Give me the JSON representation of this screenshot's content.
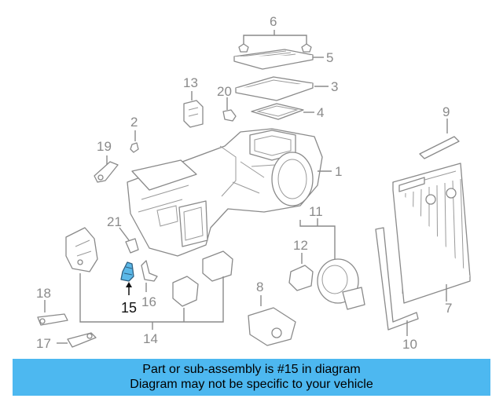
{
  "diagram": {
    "callouts": [
      "1",
      "2",
      "3",
      "4",
      "5",
      "6",
      "7",
      "8",
      "9",
      "10",
      "11",
      "12",
      "13",
      "14",
      "15",
      "16",
      "17",
      "18",
      "19",
      "20",
      "21"
    ],
    "highlighted_callout": "15",
    "highlight_color": "#5bb8e8"
  },
  "banner": {
    "line1": "Part or sub-assembly is #15 in diagram",
    "line2": "Diagram may not be specific to your vehicle",
    "background": "#4db8f0"
  }
}
